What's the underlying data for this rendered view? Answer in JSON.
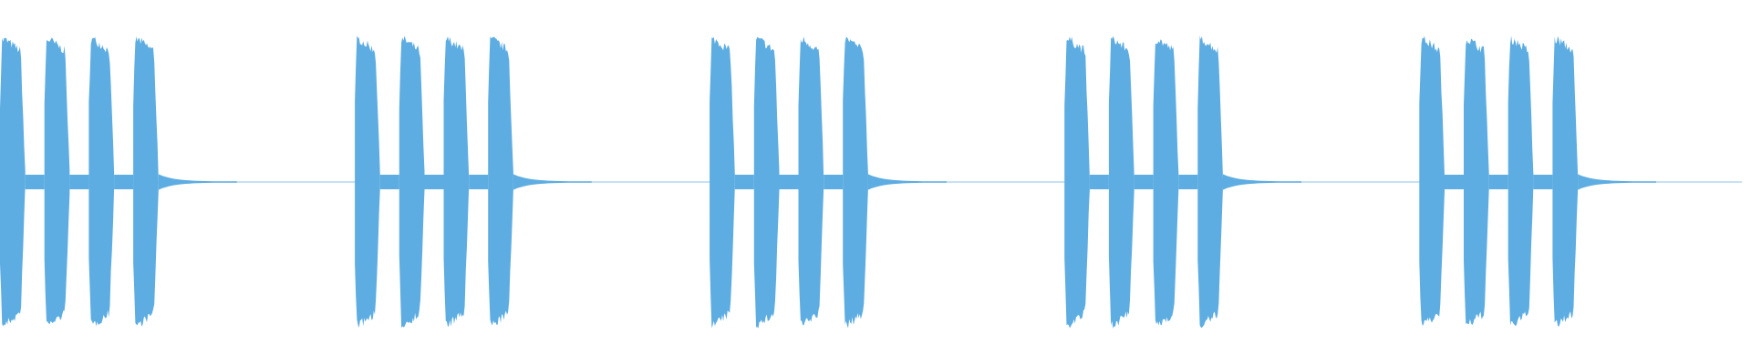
{
  "chart_data": {
    "type": "area",
    "title": "",
    "xlabel": "",
    "ylabel": "",
    "grid": false,
    "legend": "none",
    "ylim": [
      -1,
      1
    ],
    "xlim": [
      0,
      1
    ],
    "series": [
      {
        "color": "#5dade2",
        "pattern_repeats": 5,
        "pattern_period": 0.2037,
        "bursts_per_pattern": 4,
        "burst_spacing": 0.0255,
        "burst_length": 0.0145,
        "burst_peak_amplitude": 0.78,
        "burst_hold_amplitude": 0.72,
        "inter_burst_amplitude": 0.04,
        "tail_decay_amplitude": 0.04,
        "silence_amplitude": 0.003
      }
    ]
  }
}
